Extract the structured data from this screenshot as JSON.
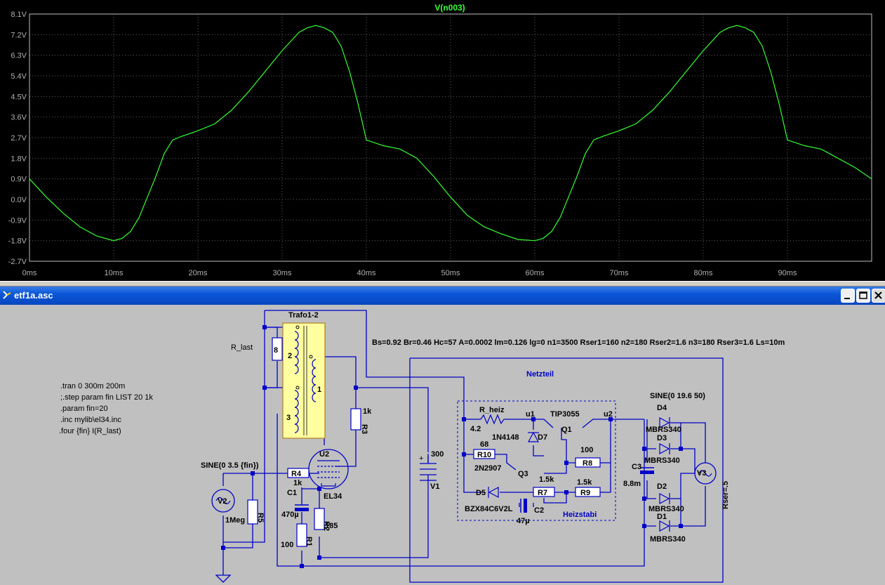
{
  "plot": {
    "trace_label": "V(n003)",
    "background": "#000000",
    "trace_color": "#33ff33",
    "grid_color": "#606060",
    "axis_color": "#c0c0c0",
    "label_color": "#b0b0b0"
  },
  "chart_data": {
    "type": "line",
    "title": "V(n003)",
    "x_ticks": [
      "0ms",
      "10ms",
      "20ms",
      "30ms",
      "40ms",
      "50ms",
      "60ms",
      "70ms",
      "80ms",
      "90ms"
    ],
    "y_ticks": [
      "8.1V",
      "7.2V",
      "6.3V",
      "5.4V",
      "4.5V",
      "3.6V",
      "2.7V",
      "1.8V",
      "0.9V",
      "0.0V",
      "-0.9V",
      "-1.8V",
      "-2.7V"
    ],
    "x_unit": "ms",
    "y_unit": "V",
    "xlim": [
      0,
      100
    ],
    "ylim": [
      -2.7,
      8.1
    ],
    "grid": true,
    "series": [
      {
        "name": "V(n003)",
        "x": [
          0,
          2,
          4,
          6,
          8,
          10,
          11,
          12,
          13,
          14,
          15,
          16,
          17,
          18,
          20,
          22,
          24,
          26,
          28,
          30,
          32,
          33,
          34,
          35,
          36,
          37,
          38,
          39,
          40,
          42,
          44,
          46,
          48,
          50,
          52,
          54,
          56,
          58,
          60,
          61,
          62,
          63,
          64,
          65,
          66,
          67,
          68,
          70,
          72,
          74,
          76,
          78,
          80,
          82,
          83,
          84,
          85,
          86,
          87,
          88,
          89,
          90,
          92,
          94,
          96,
          98,
          100
        ],
        "y": [
          0.9,
          0.1,
          -0.6,
          -1.2,
          -1.6,
          -1.8,
          -1.7,
          -1.4,
          -0.8,
          0.1,
          1.0,
          2.0,
          2.6,
          2.75,
          3.0,
          3.3,
          3.9,
          4.7,
          5.6,
          6.5,
          7.3,
          7.5,
          7.6,
          7.5,
          7.3,
          6.7,
          5.6,
          4.2,
          2.6,
          2.35,
          2.2,
          1.8,
          1.0,
          0.1,
          -0.7,
          -1.2,
          -1.5,
          -1.75,
          -1.8,
          -1.7,
          -1.4,
          -0.8,
          0.1,
          1.0,
          2.0,
          2.6,
          2.75,
          3.0,
          3.3,
          3.9,
          4.7,
          5.6,
          6.5,
          7.3,
          7.5,
          7.6,
          7.5,
          7.3,
          6.7,
          5.6,
          4.2,
          2.6,
          2.35,
          2.2,
          1.8,
          1.4,
          0.9
        ]
      }
    ]
  },
  "window": {
    "title": "etf1a.asc",
    "titlebar_color": "#0a56d8",
    "minimize_label": "_",
    "maximize_label": "□",
    "close_label": "✕"
  },
  "schematic": {
    "wire_color": "#0000c8",
    "trafo_fill": "#ffffa0",
    "trafo_border": "#b08020",
    "directives": [
      ".tran 0 300m 200m",
      ";.step param fin LIST 20 1k",
      ".param fin=20",
      ".inc mylib\\el34.inc",
      ".four {fin} I(R_last)"
    ],
    "params_text": "Bs=0.92 Br=0.46 Hc=57 A=0.0002 lm=0.126 lg=0 n1=3500 Rser1=160  n2=180 Rser2=1.6 n3=180 Rser3=1.6 Ls=10m",
    "labels": {
      "trafo": "Trafo1-2",
      "r_last": "R_last",
      "winding_8": "8",
      "winding_2": "2",
      "winding_1": "1",
      "winding_3": "3",
      "r3_name": "R3",
      "r3_value": "1k",
      "u2": "U2",
      "el34": "EL34",
      "r4": "R4",
      "r4_value": "1k",
      "c1": "C1",
      "c1_value": "470µ",
      "r2": "R2",
      "r2_value": "185",
      "r1": "R1",
      "r1_value": "100",
      "v2_source": "SINE(0 3.5 {fin})",
      "v2": "V2",
      "r5": "R5",
      "r5_value": "1Meg",
      "v1": "V1",
      "v1_value": "300",
      "netzteil": "Netzteil",
      "heizstabi": "Heizstabi",
      "r_heiz": "R_heiz",
      "r_heiz_value": "4.2",
      "u1": "u1",
      "u2_net": "u2",
      "tip3055": "TIP3055",
      "q1": "Q1",
      "d7": "D7",
      "d7_part": "1N4148",
      "r10": "R10",
      "r10_value": "68",
      "q3_part": "2N2907",
      "q3": "Q3",
      "r8": "R8",
      "r8_value": "100",
      "d5": "D5",
      "d5_part": "BZX84C6V2L",
      "r7": "R7",
      "r7_value": "1.5k",
      "r9": "R9",
      "r9_value": "1.5k",
      "c2": "C2",
      "c2_value": "47µ",
      "v3_source": "SINE(0 19.6 50)",
      "d4": "D4",
      "d4_part": "MBRS340",
      "d3": "D3",
      "d3_part": "MBRS340",
      "d2": "D2",
      "d2_part": "MBRS340",
      "d1": "D1",
      "d1_part": "MBRS340",
      "c3": "C3",
      "c3_value": "8.8m",
      "v3": "V3",
      "v3_rser": "Rser=.5"
    }
  }
}
